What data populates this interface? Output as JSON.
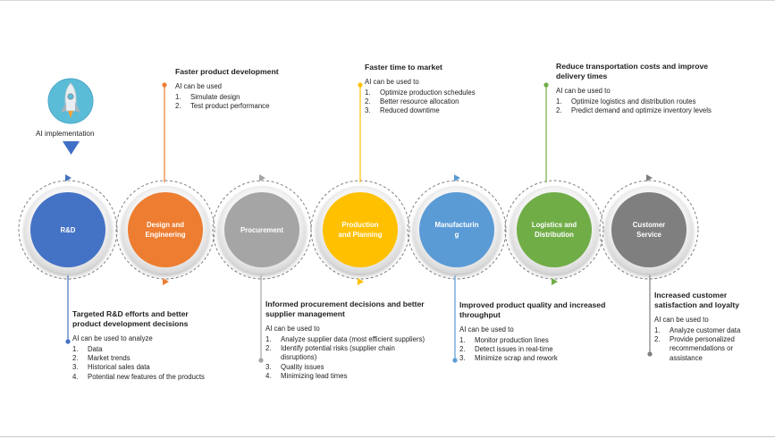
{
  "start": {
    "label": "AI implementation",
    "icon": "rocket-icon"
  },
  "stages": [
    {
      "label": "R&D",
      "color": "#4472C4"
    },
    {
      "label": "Design and\nEngineering",
      "color": "#ED7D31"
    },
    {
      "label": "Procurement",
      "color": "#A5A5A5"
    },
    {
      "label": "Production\nand Planning",
      "color": "#FFC000"
    },
    {
      "label": "Manufacturin\ng",
      "color": "#5B9BD5"
    },
    {
      "label": "Logistics and\nDistribution",
      "color": "#70AD47"
    },
    {
      "label": "Customer\nService",
      "color": "#7F7F7F"
    }
  ],
  "callouts": [
    {
      "title": "Targeted R&D efforts and better product development decisions",
      "intro": "AI can be used to analyze",
      "items": [
        "Data",
        "Market trends",
        "Historical sales data",
        "Potential new features of the products"
      ]
    },
    {
      "title": "Faster product development",
      "intro": "AI can be used",
      "items": [
        "Simulate design",
        "Test product performance"
      ]
    },
    {
      "title": "Informed procurement decisions and better supplier management",
      "intro": "AI can be used to",
      "items": [
        "Analyze supplier data (most efficient suppliers)",
        "Identify potential risks (supplier chain disruptions)",
        "Quality issues",
        "Minimizing lead times"
      ]
    },
    {
      "title": "Faster time to market",
      "intro": "AI can be used to",
      "items": [
        "Optimize production schedules",
        "Better resource allocation",
        "Reduced downtime"
      ]
    },
    {
      "title": "Improved product quality and increased throughput",
      "intro": "AI can be used to",
      "items": [
        "Monitor production lines",
        "Detect issues in real-time",
        "Minimize scrap and rework"
      ]
    },
    {
      "title": "Reduce transportation costs and improve delivery times",
      "intro": "AI can be used to",
      "items": [
        "Optimize logistics and distribution routes",
        "Predict demand and optimize inventory levels"
      ]
    },
    {
      "title": "Increased customer satisfaction and loyalty",
      "intro": "AI can be used to",
      "items": [
        "Analyze customer data",
        "Provide personalized recommendations or assistance"
      ]
    }
  ]
}
